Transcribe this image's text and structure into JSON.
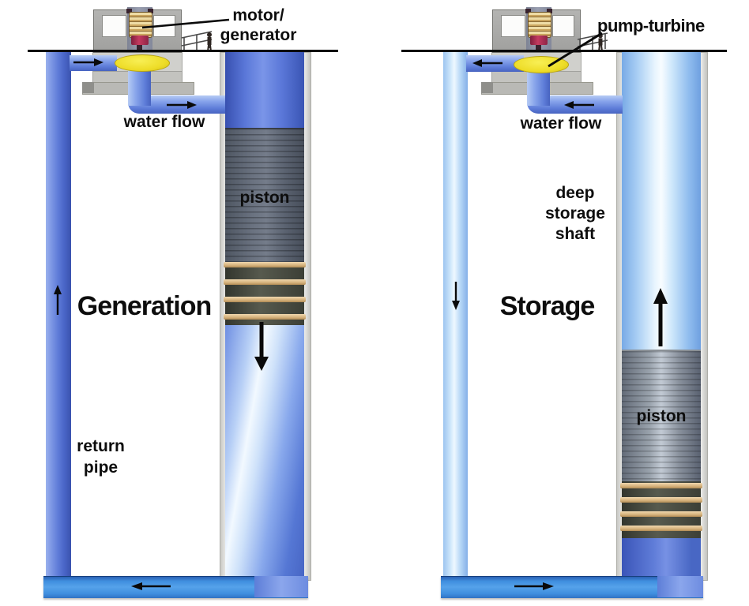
{
  "diagram": {
    "left_panel": {
      "mode_title": "Generation",
      "machine_label_line1": "motor/",
      "machine_label_line2": "generator",
      "water_flow_label": "water flow",
      "piston_label": "piston",
      "return_pipe_label_line1": "return",
      "return_pipe_label_line2": "pipe",
      "flow_directions": {
        "surface_inlet": "right",
        "feed_pipe": "right",
        "return_pipe": "up",
        "piston_motion": "down",
        "bottom_pipe": "left"
      }
    },
    "right_panel": {
      "mode_title": "Storage",
      "machine_label": "pump-turbine",
      "water_flow_label": "water flow",
      "shaft_label_line1": "deep",
      "shaft_label_line2": "storage",
      "shaft_label_line3": "shaft",
      "piston_label": "piston",
      "flow_directions": {
        "surface_outlet": "left",
        "feed_pipe": "left",
        "return_pipe": "down",
        "piston_motion": "up",
        "bottom_pipe": "right"
      }
    },
    "colors": {
      "background": "#ffffff",
      "ground_line": "#0a0a0a",
      "label_text": "#0d0d0d",
      "turbine_yellow": "#eedd28",
      "motor_coil_gold": "#e6cf92",
      "motor_red": "#b53054",
      "pipe_blue": "#5f7cd8",
      "light_pipe_blue": "#cfe7fb",
      "bottom_pipe_blue": "#3f8ede",
      "shaft_water_blue": "#5a77d8",
      "bright_water": "#f2f9ff",
      "piston_gray": "#6a7280",
      "seal_ring_tan": "#d6b27c",
      "housing_gray": "#a8a8a6"
    }
  }
}
